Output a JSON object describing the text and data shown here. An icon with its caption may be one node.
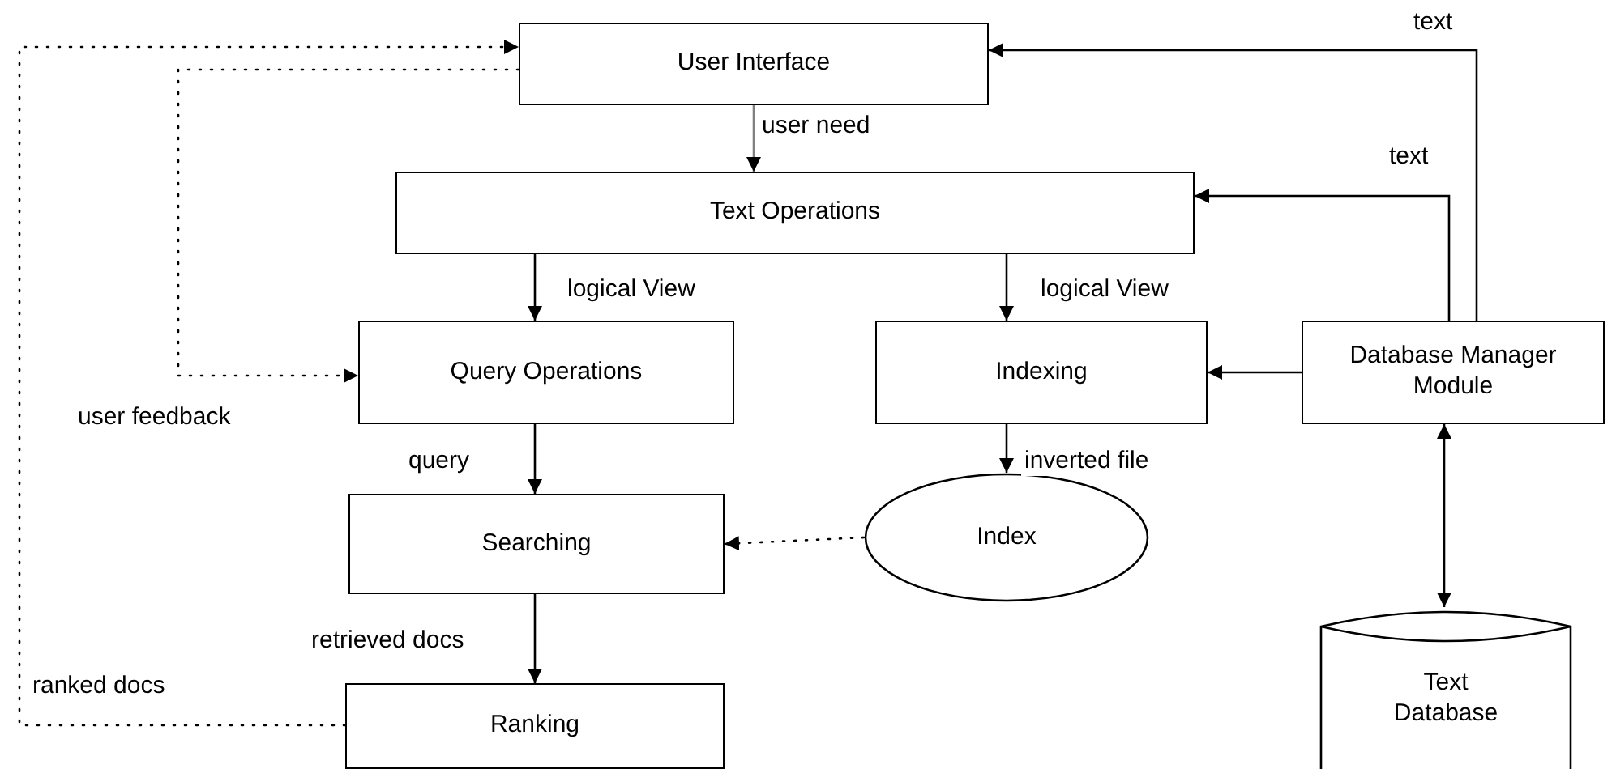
{
  "diagram": {
    "nodes": [
      {
        "text": [
          "User Interface"
        ]
      },
      {
        "text": [
          "Text Operations"
        ]
      },
      {
        "text": [
          "Query Operations"
        ]
      },
      {
        "text": [
          "Indexing"
        ]
      },
      {
        "text": [
          "Database Manager Module"
        ]
      },
      {
        "text": [
          "Searching"
        ]
      },
      {
        "text": [
          "Index"
        ]
      },
      {
        "text": [
          "Ranking"
        ]
      },
      {
        "text": [
          "Text Database"
        ]
      }
    ],
    "edges": [
      {
        "from": 0,
        "to": 1,
        "arrow": "to",
        "label": "user need",
        "color": "#808080"
      },
      {
        "from": 1,
        "to": 2,
        "arrow": "to",
        "label": "logical View"
      },
      {
        "from": 1,
        "to": 3,
        "arrow": "to",
        "label": "logical View"
      },
      {
        "from": 4,
        "to": 0,
        "arrow": "to",
        "label": "text"
      },
      {
        "from": 4,
        "to": 1,
        "arrow": "to",
        "label": "text"
      },
      {
        "from": 4,
        "to": 3,
        "arrow": "to"
      },
      {
        "from": 4,
        "to": 8,
        "arrow": "both"
      },
      {
        "from": 2,
        "to": 5,
        "arrow": "to",
        "label": "query"
      },
      {
        "from": 3,
        "to": 6,
        "arrow": "to",
        "label": "inverted file"
      },
      {
        "from": 6,
        "to": 5,
        "arrow": "to",
        "style": "dashed"
      },
      {
        "from": 5,
        "to": 7,
        "arrow": "to",
        "label": "retrieved docs"
      },
      {
        "from": 7,
        "to": 0,
        "arrow": "to",
        "label": "ranked docs",
        "style": "dashed"
      },
      {
        "from": 0,
        "to": 2,
        "arrow": "to",
        "label": "user feedback",
        "style": "dashed"
      }
    ]
  }
}
